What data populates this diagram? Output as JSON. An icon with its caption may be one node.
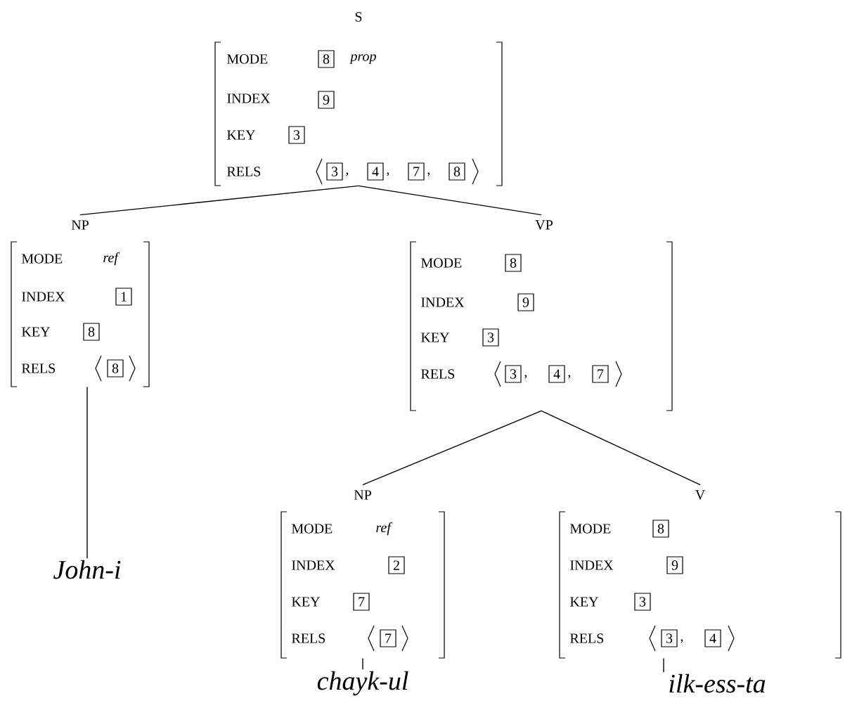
{
  "diagram": {
    "nodes": [
      {
        "text": [
          "S",
          "MODE",
          "prop",
          "INDEX",
          "KEY",
          "RELS"
        ]
      },
      {
        "text": [
          "8"
        ],
        "in": 0
      },
      {
        "text": [
          "9"
        ],
        "in": 0
      },
      {
        "text": [
          "3"
        ],
        "in": 0
      },
      {
        "text": [
          "3"
        ],
        "in": 0
      },
      {
        "text": [
          "4"
        ],
        "in": 0
      },
      {
        "text": [
          "7"
        ],
        "in": 0
      },
      {
        "text": [
          "8"
        ],
        "in": 0
      },
      {
        "text": [
          "NP",
          "MODE",
          "ref",
          "INDEX",
          "KEY",
          "RELS"
        ]
      },
      {
        "text": [
          "1"
        ],
        "in": 8
      },
      {
        "text": [
          "8"
        ],
        "in": 8
      },
      {
        "text": [
          "8"
        ],
        "in": 8
      },
      {
        "text": [
          "VP",
          "MODE",
          "INDEX",
          "KEY",
          "RELS"
        ]
      },
      {
        "text": [
          "8"
        ],
        "in": 12
      },
      {
        "text": [
          "9"
        ],
        "in": 12
      },
      {
        "text": [
          "3"
        ],
        "in": 12
      },
      {
        "text": [
          "3"
        ],
        "in": 12
      },
      {
        "text": [
          "4"
        ],
        "in": 12
      },
      {
        "text": [
          "7"
        ],
        "in": 12
      },
      {
        "text": [
          "NP",
          "MODE",
          "ref",
          "INDEX",
          "KEY",
          "RELS"
        ]
      },
      {
        "text": [
          "2"
        ],
        "in": 19
      },
      {
        "text": [
          "7"
        ],
        "in": 19
      },
      {
        "text": [
          "7"
        ],
        "in": 19
      },
      {
        "text": [
          "V",
          "MODE",
          "INDEX",
          "KEY",
          "RELS"
        ]
      },
      {
        "text": [
          "8"
        ],
        "in": 23
      },
      {
        "text": [
          "9"
        ],
        "in": 23
      },
      {
        "text": [
          "3"
        ],
        "in": 23
      },
      {
        "text": [
          "3"
        ],
        "in": 23
      },
      {
        "text": [
          "4"
        ],
        "in": 23
      },
      {
        "text": [
          "John-i"
        ]
      },
      {
        "text": [
          "chayk-ul"
        ]
      },
      {
        "text": [
          "ilk-ess-ta"
        ]
      }
    ],
    "edges": [
      {
        "from": 0,
        "to": 8,
        "arrow": "none"
      },
      {
        "from": 0,
        "to": 12,
        "arrow": "none"
      },
      {
        "from": 8,
        "to": 29,
        "arrow": "none"
      },
      {
        "from": 12,
        "to": 19,
        "arrow": "none"
      },
      {
        "from": 12,
        "to": 23,
        "arrow": "none"
      },
      {
        "from": 19,
        "to": 30,
        "arrow": "none"
      },
      {
        "from": 23,
        "to": 31,
        "arrow": "none"
      }
    ],
    "labels": [
      ",",
      ",",
      ",",
      ",",
      ",",
      ","
    ]
  }
}
